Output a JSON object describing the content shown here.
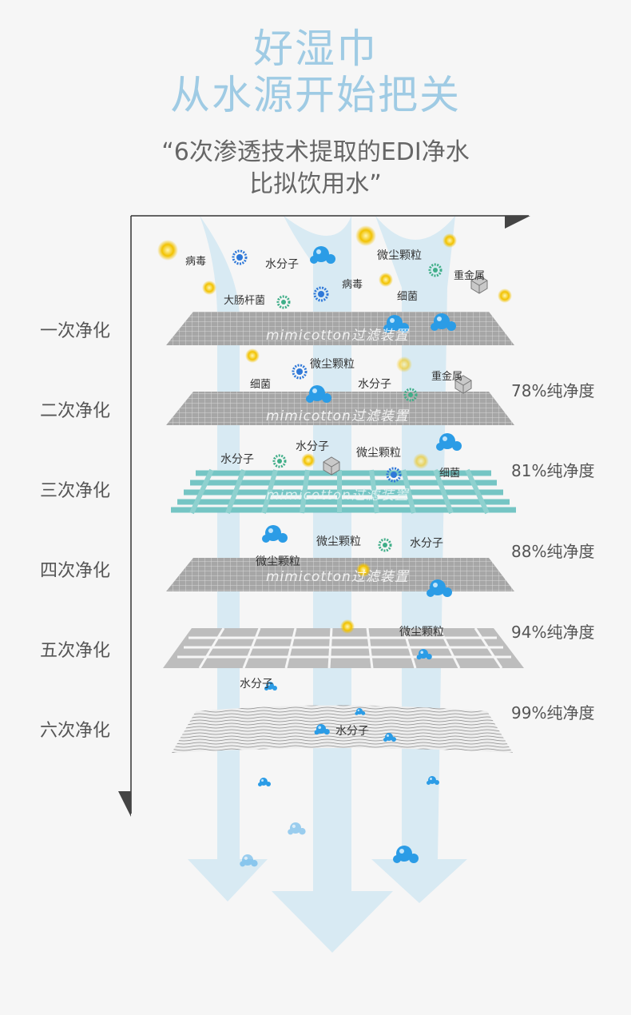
{
  "header": {
    "title_line1": "好湿巾",
    "title_line2": "从水源开始把关",
    "subtitle_line1": "“6次渗透技术提取的EDI净水",
    "subtitle_line2": "比拟饮用水”"
  },
  "stages": [
    {
      "label": "一次净化",
      "purity": ""
    },
    {
      "label": "二次净化",
      "purity": "78%纯净度"
    },
    {
      "label": "三次净化",
      "purity": "81%纯净度"
    },
    {
      "label": "四次净化",
      "purity": "88%纯净度"
    },
    {
      "label": "五次净化",
      "purity": "94%纯净度"
    },
    {
      "label": "六次净化",
      "purity": "99%纯净度"
    }
  ],
  "filter_text": "mimicotton过滤装置",
  "particles": {
    "virus": "病毒",
    "water": "水分子",
    "dust": "微尘颗粒",
    "heavy_metal": "重金属",
    "ecoli": "大肠杆菌",
    "bacteria": "细菌"
  },
  "colors": {
    "title": "#9fcbe4",
    "arrow": "#d5e9f3",
    "water_molecule": "#2b9ce6",
    "virus": "#2f78d8",
    "bacteria": "#3fae88",
    "dust": "#f2c200",
    "filter_grey": "#a6a6a6",
    "filter_teal": "#6fc3c2"
  }
}
